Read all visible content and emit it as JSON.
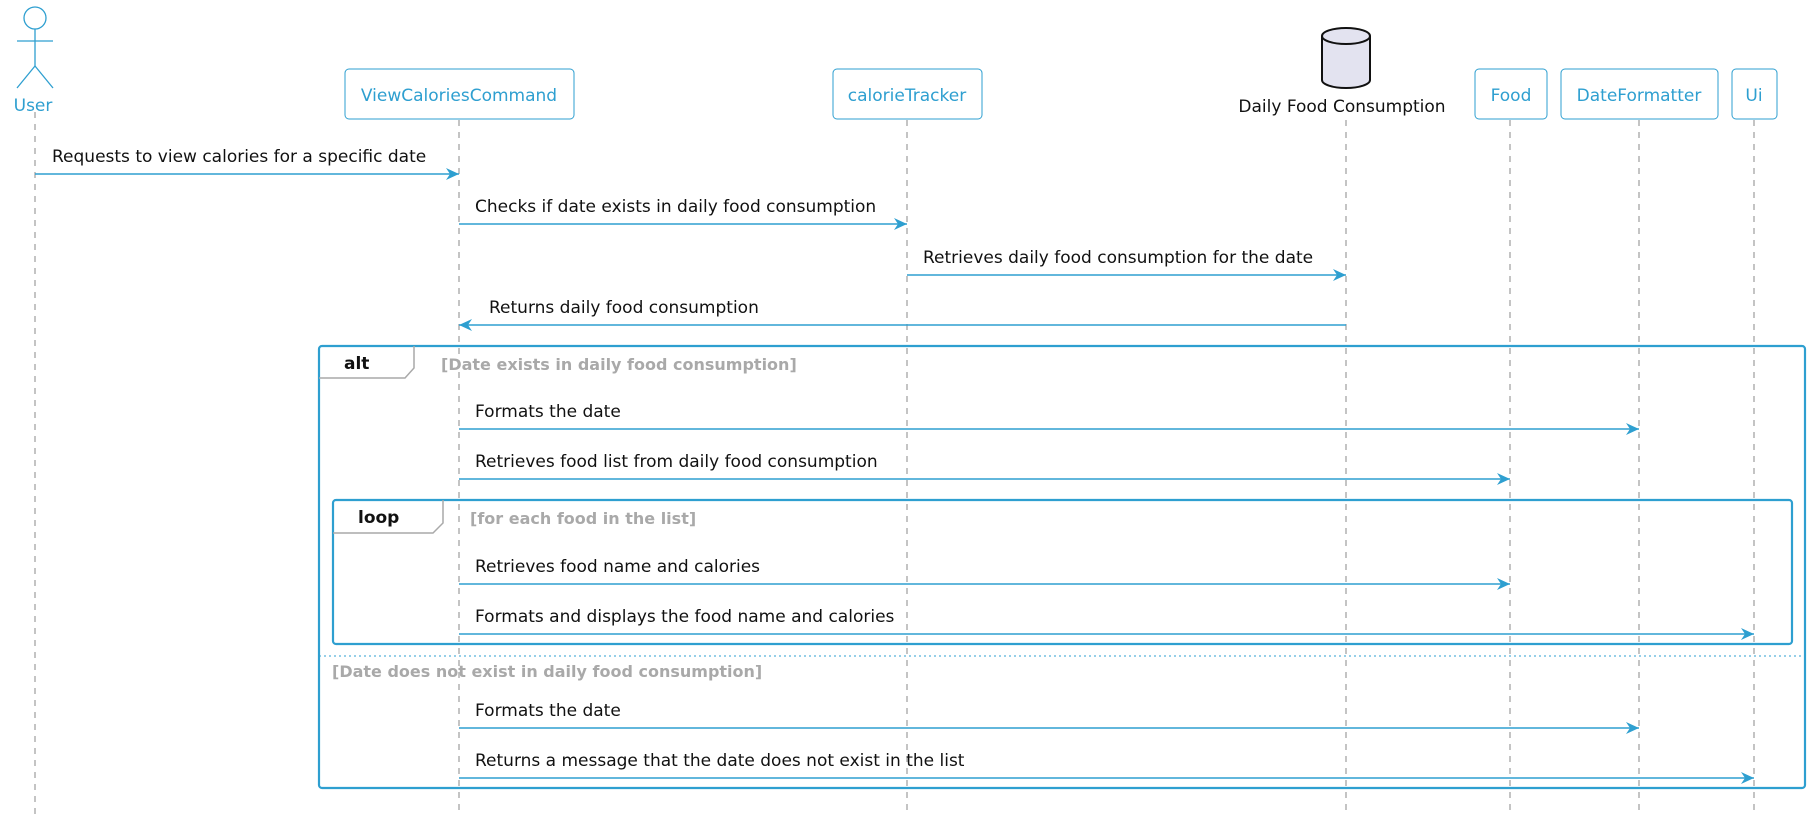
{
  "diagram": {
    "type": "sequence",
    "colors": {
      "accent": "#2e9fd0",
      "guard_text": "#a9a9a9",
      "text": "#111111",
      "lifeline": "#888888",
      "database_fill": "#e3e3f0"
    },
    "participants": [
      {
        "id": "user",
        "label": "User",
        "kind": "actor"
      },
      {
        "id": "viewcaloriescommand",
        "label": "ViewCaloriesCommand",
        "kind": "box"
      },
      {
        "id": "calorietracker",
        "label": "calorieTracker",
        "kind": "box"
      },
      {
        "id": "dailyfoodconsumption",
        "label": "Daily Food Consumption",
        "kind": "database"
      },
      {
        "id": "food",
        "label": "Food",
        "kind": "box"
      },
      {
        "id": "dateformatter",
        "label": "DateFormatter",
        "kind": "box"
      },
      {
        "id": "ui",
        "label": "Ui",
        "kind": "box"
      }
    ],
    "messages": [
      {
        "from": "user",
        "to": "viewcaloriescommand",
        "label": "Requests to view calories for a specific date"
      },
      {
        "from": "viewcaloriescommand",
        "to": "calorietracker",
        "label": "Checks if date exists in daily food consumption"
      },
      {
        "from": "calorietracker",
        "to": "dailyfoodconsumption",
        "label": "Retrieves daily food consumption for the date"
      },
      {
        "from": "dailyfoodconsumption",
        "to": "viewcaloriescommand",
        "label": "Returns daily food consumption"
      },
      {
        "from": "viewcaloriescommand",
        "to": "dateformatter",
        "label": "Formats the date"
      },
      {
        "from": "viewcaloriescommand",
        "to": "food",
        "label": "Retrieves food list from daily food consumption"
      },
      {
        "from": "viewcaloriescommand",
        "to": "food",
        "label": "Retrieves food name and calories"
      },
      {
        "from": "viewcaloriescommand",
        "to": "ui",
        "label": "Formats and displays the food name and calories"
      },
      {
        "from": "viewcaloriescommand",
        "to": "dateformatter",
        "label": "Formats the date"
      },
      {
        "from": "viewcaloriescommand",
        "to": "ui",
        "label": "Returns a message that the date does not exist in the list"
      }
    ],
    "fragments": {
      "alt": {
        "keyword": "alt",
        "guard": "[Date exists in daily food consumption]",
        "else_guard": "[Date does not exist in daily food consumption]"
      },
      "loop": {
        "keyword": "loop",
        "guard": "[for each food in the list]"
      }
    }
  }
}
